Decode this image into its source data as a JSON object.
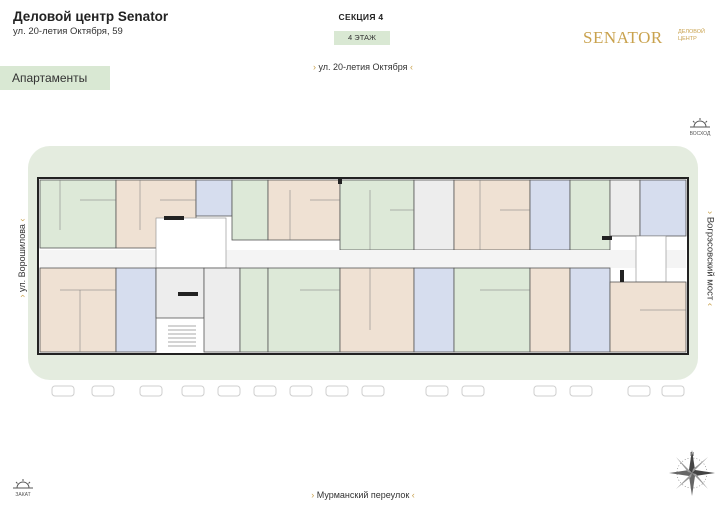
{
  "header": {
    "title": "Деловой центр Senator",
    "address": "ул. 20-летия Октября, 59",
    "section": "СЕКЦИЯ 4",
    "floor": "4 ЭТАЖ"
  },
  "logo": {
    "name": "SENATOR",
    "subtitle_line1": "ДЕЛОВОЙ",
    "subtitle_line2": "ЦЕНТР"
  },
  "category": "Апартаменты",
  "streets": {
    "top": "ул. 20-летия Октября",
    "bottom": "Мурманский переулок",
    "left": "ул. Ворошилова",
    "right": "Вогрэсовский мост"
  },
  "sun": {
    "east": "ВОСХОД",
    "west": "ЗАКАТ"
  },
  "colors": {
    "accent_green": "#d9e8d3",
    "logo_gold": "#c9a24e",
    "unit_beige": "#efe1d3",
    "unit_green": "#dde9d8",
    "unit_blue": "#d6ddee",
    "unit_grey": "#ededed"
  },
  "compass": {
    "icon": "compass-rose-icon",
    "north": "N"
  }
}
